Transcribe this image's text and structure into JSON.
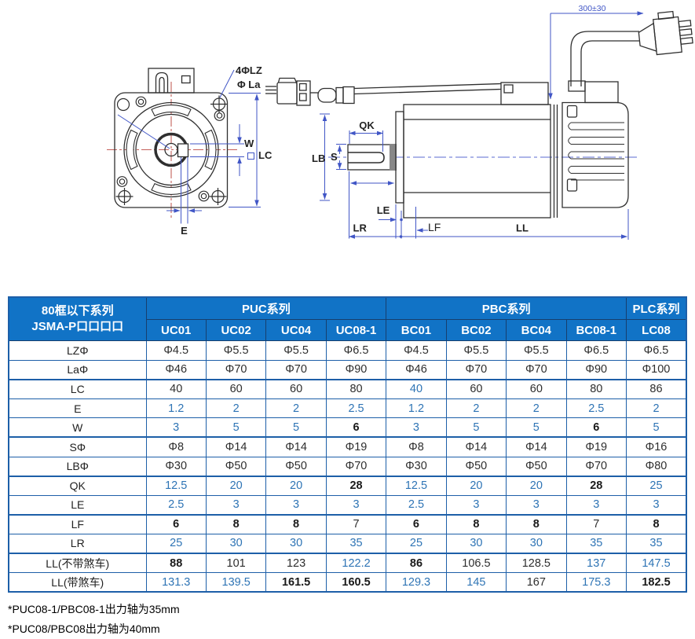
{
  "drawing": {
    "front": {
      "lz_label": "4ΦLZ",
      "la_label": "Φ La",
      "w_label": "W",
      "lc_label": "LC",
      "e_label": "E"
    },
    "side": {
      "qk_label": "QK",
      "lb_label": "LB",
      "s_label": "S",
      "le_label": "LE",
      "lr_label": "LR",
      "lf_label": "LF",
      "ll_label": "LL",
      "cable_label": "300±30"
    }
  },
  "table": {
    "header": {
      "col1_line1": "80框以下系列",
      "col1_line2": "JSMA-P口口口口",
      "groups": [
        {
          "label": "PUC系列",
          "span": 4
        },
        {
          "label": "PBC系列",
          "span": 4
        },
        {
          "label": "PLC系列",
          "span": 1
        }
      ],
      "models": [
        "UC01",
        "UC02",
        "UC04",
        "UC08-1",
        "BC01",
        "BC02",
        "BC04",
        "BC08-1",
        "LC08"
      ]
    },
    "rows": [
      {
        "label": "LZΦ",
        "thick": false,
        "values": [
          "Φ4.5",
          "Φ5.5",
          "Φ5.5",
          "Φ6.5",
          "Φ4.5",
          "Φ5.5",
          "Φ5.5",
          "Φ6.5",
          "Φ6.5"
        ],
        "styles": [
          "d",
          "d",
          "d",
          "d",
          "d",
          "d",
          "d",
          "d",
          "d"
        ]
      },
      {
        "label": "LaΦ",
        "thick": true,
        "values": [
          "Φ46",
          "Φ70",
          "Φ70",
          "Φ90",
          "Φ46",
          "Φ70",
          "Φ70",
          "Φ90",
          "Φ100"
        ],
        "styles": [
          "d",
          "d",
          "d",
          "d",
          "d",
          "d",
          "d",
          "d",
          "d"
        ]
      },
      {
        "label": "LC",
        "thick": false,
        "values": [
          "40",
          "60",
          "60",
          "80",
          "40",
          "60",
          "60",
          "80",
          "86"
        ],
        "styles": [
          "d",
          "d",
          "d",
          "d",
          "u",
          "d",
          "d",
          "d",
          "d"
        ]
      },
      {
        "label": "E",
        "thick": false,
        "values": [
          "1.2",
          "2",
          "2",
          "2.5",
          "1.2",
          "2",
          "2",
          "2.5",
          "2"
        ],
        "styles": [
          "u",
          "u",
          "u",
          "u",
          "u",
          "u",
          "u",
          "u",
          "u"
        ]
      },
      {
        "label": "W",
        "thick": true,
        "values": [
          "3",
          "5",
          "5",
          "6",
          "3",
          "5",
          "5",
          "6",
          "5"
        ],
        "styles": [
          "u",
          "u",
          "u",
          "b",
          "u",
          "u",
          "u",
          "b",
          "u"
        ]
      },
      {
        "label": "SΦ",
        "thick": false,
        "values": [
          "Φ8",
          "Φ14",
          "Φ14",
          "Φ19",
          "Φ8",
          "Φ14",
          "Φ14",
          "Φ19",
          "Φ16"
        ],
        "styles": [
          "d",
          "d",
          "d",
          "d",
          "d",
          "d",
          "d",
          "d",
          "d"
        ]
      },
      {
        "label": "LBΦ",
        "thick": true,
        "values": [
          "Φ30",
          "Φ50",
          "Φ50",
          "Φ70",
          "Φ30",
          "Φ50",
          "Φ50",
          "Φ70",
          "Φ80"
        ],
        "styles": [
          "d",
          "d",
          "d",
          "d",
          "d",
          "d",
          "d",
          "d",
          "d"
        ]
      },
      {
        "label": "QK",
        "thick": false,
        "values": [
          "12.5",
          "20",
          "20",
          "28",
          "12.5",
          "20",
          "20",
          "28",
          "25"
        ],
        "styles": [
          "u",
          "u",
          "u",
          "b",
          "u",
          "u",
          "u",
          "b",
          "u"
        ]
      },
      {
        "label": "LE",
        "thick": true,
        "values": [
          "2.5",
          "3",
          "3",
          "3",
          "2.5",
          "3",
          "3",
          "3",
          "3"
        ],
        "styles": [
          "u",
          "u",
          "u",
          "u",
          "u",
          "u",
          "u",
          "u",
          "u"
        ]
      },
      {
        "label": "LF",
        "thick": false,
        "values": [
          "6",
          "8",
          "8",
          "7",
          "6",
          "8",
          "8",
          "7",
          "8"
        ],
        "styles": [
          "b",
          "b",
          "b",
          "d",
          "b",
          "b",
          "b",
          "d",
          "b"
        ]
      },
      {
        "label": "LR",
        "thick": true,
        "values": [
          "25",
          "30",
          "30",
          "35",
          "25",
          "30",
          "30",
          "35",
          "35"
        ],
        "styles": [
          "u",
          "u",
          "u",
          "u",
          "u",
          "u",
          "u",
          "u",
          "u"
        ]
      },
      {
        "label": "LL(不带煞车)",
        "thick": false,
        "values": [
          "88",
          "101",
          "123",
          "122.2",
          "86",
          "106.5",
          "128.5",
          "137",
          "147.5"
        ],
        "styles": [
          "b",
          "d",
          "d",
          "u",
          "b",
          "d",
          "d",
          "u",
          "u"
        ]
      },
      {
        "label": "LL(带煞车)",
        "thick": false,
        "values": [
          "131.3",
          "139.5",
          "161.5",
          "160.5",
          "129.3",
          "145",
          "167",
          "175.3",
          "182.5"
        ],
        "styles": [
          "u",
          "u",
          "b",
          "b",
          "u",
          "u",
          "d",
          "u",
          "b"
        ]
      }
    ]
  },
  "footnotes": {
    "line1": "*PUC08-1/PBC08-1出力轴为35mm",
    "line2": "*PUC08/PBC08出力轴为40mm"
  }
}
